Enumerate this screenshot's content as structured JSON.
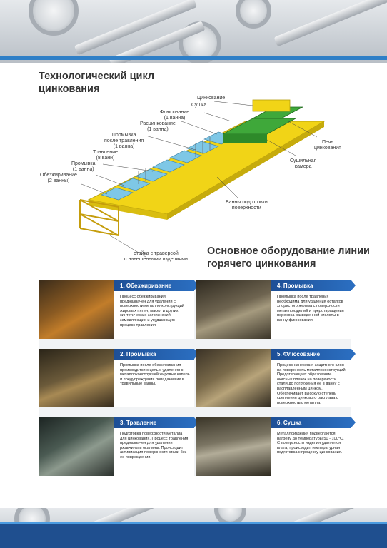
{
  "title_top": "Технологический цикл цинкования",
  "title_bottom": "Основное оборудование линии горячего цинкования",
  "diagram_labels": {
    "zincing": "Цинкование",
    "drying": "Сушка",
    "fluxing": "Флюсование\n(1 ванна)",
    "dezincing": "Расцинкование\n(1 ванна)",
    "rinse_after_etch": "Промывка\nпосле травления\n(1 ванна)",
    "etching": "Травление\n(8 ванн)",
    "rinse": "Промывка\n(1 ванна)",
    "degreasing": "Обезжиривание\n(2 ванны)",
    "furnace": "Печь\nцинкования",
    "dryer": "Сушильная\nкамера",
    "prep_baths": "Ванны подготовки\nповерхности",
    "rack": "стойка с траверсой\nс навешенными изделиями"
  },
  "cards": [
    {
      "title": "1. Обезжиривание",
      "text": "Процесс обезжиривания предназначен для удаления с поверхности металло-конструкций жировых пятен, масел и других синтетических загрязнений, замедляющих и ухудшающих процесс травления."
    },
    {
      "title": "2. Промывка",
      "text": "Промывка после обезжиривания производится с целью удаления с металлоконструкций жировых капель и предупреждения попадания их в травильные ванны."
    },
    {
      "title": "3. Травление",
      "text": "Подготовка поверхности металла для цинкования. Процесс травления предназначен для удаления ржавчины и окалины. Происходит активизация поверхности стали без ее повреждения."
    },
    {
      "title": "4. Промывка",
      "text": "Промывка после травления необходима для удаления остатков хлористого железа с поверхности металлоизделий и предотвращения переноса разведенной кислоты в ванну флюсования."
    },
    {
      "title": "5. Флюсование",
      "text": "Процесс нанесения защитного слоя на поверхность металлоконструкций. Предотвращает образование окисных пленок на поверхности стали до погружения ее в ванну с расплавленным цинком. Обеспечивает высокую степень сцепления цинкового расплава с поверхностью металла."
    },
    {
      "title": "6. Сушка",
      "text": "Металлоизделия подвергаются нагреву до температуры 50 - 100°С. С поверхности изделия удаляется влага, происходит температурная подготовка к процессу цинкования."
    }
  ],
  "colors": {
    "frame": "#f1d417",
    "bath": "#7ec7e6",
    "green": "#3fa83a",
    "accent_blue": "#1d4f96"
  }
}
